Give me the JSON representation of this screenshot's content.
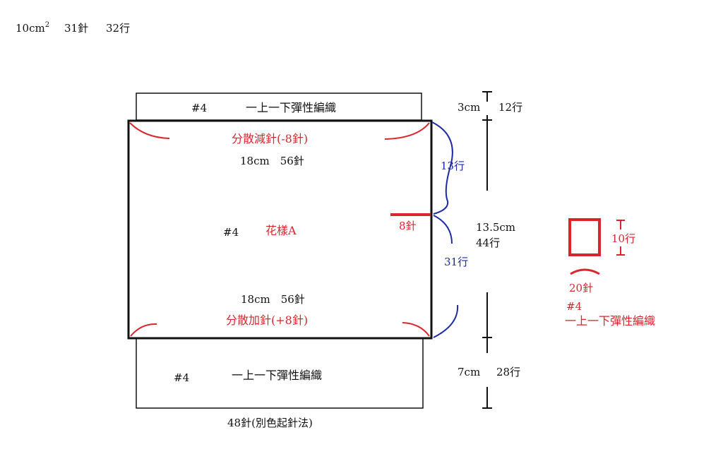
{
  "gauge": {
    "swatch": "10cm",
    "swatch_sup": "2",
    "stitches": "31針",
    "rows": "32行"
  },
  "top_band": {
    "needle": "#4",
    "rib_label": "一上一下彈性編織"
  },
  "body": {
    "decrease_label": "分散減針(-8針)",
    "top_width": "18cm　56針",
    "needle": "#4",
    "pattern_label": "花樣A",
    "bottom_width": "18cm　56針",
    "increase_label": "分散加針(+8針)",
    "side_marker": "8針"
  },
  "bottom_band": {
    "needle": "#4",
    "rib_label": "一上一下彈性編織",
    "cast_on": "48針(別色起針法)"
  },
  "side_dims": {
    "top_band": {
      "cm": "3cm",
      "rows": "12行"
    },
    "upper_rows": "13行",
    "body": {
      "cm": "13.5cm",
      "rows": "44行"
    },
    "lower_rows": "31行",
    "bottom_band": {
      "cm": "7cm",
      "rows": "28行"
    }
  },
  "small_part": {
    "rows": "10行",
    "stitches": "20針",
    "needle": "#4",
    "rib_label": "一上一下彈性編織"
  },
  "colors": {
    "outline": "#111111",
    "accent_red": "#d9262c",
    "accent_blue": "#1c2aa6"
  }
}
